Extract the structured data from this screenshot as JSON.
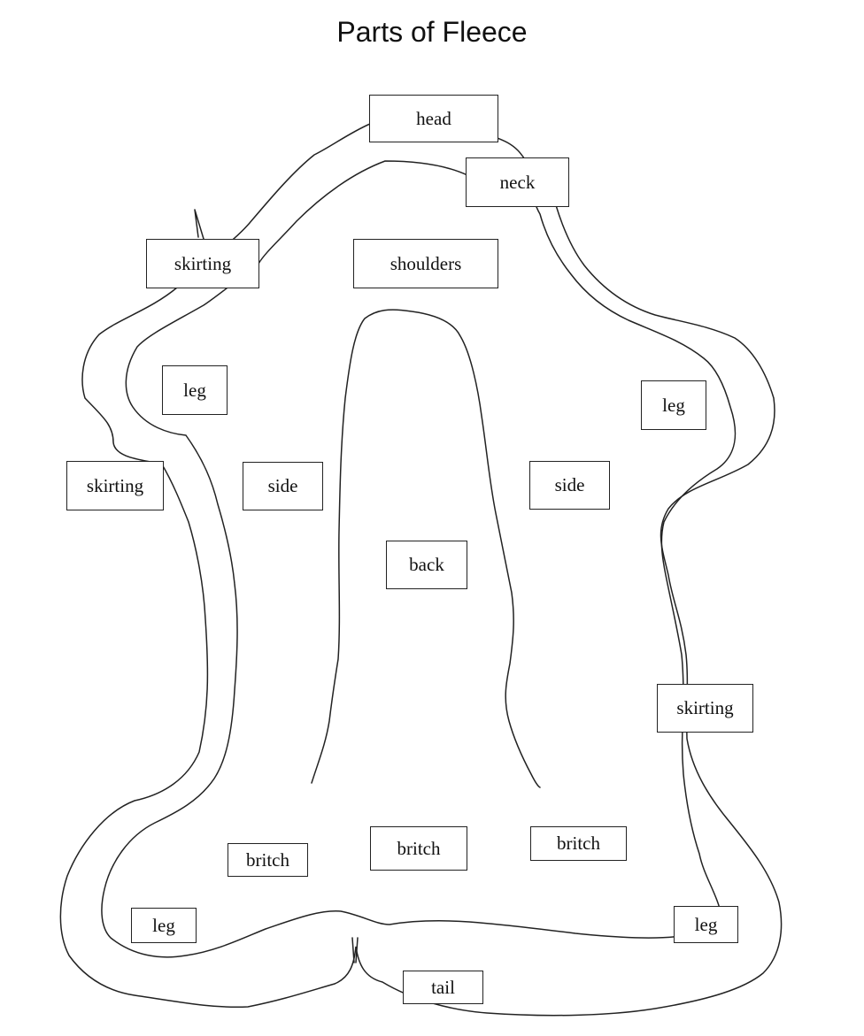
{
  "title": "Parts of Fleece",
  "labels": {
    "head": "head",
    "neck": "neck",
    "shoulders": "shoulders",
    "skirting_top_left": "skirting",
    "skirting_left": "skirting",
    "skirting_right": "skirting",
    "leg_upper_left": "leg",
    "leg_upper_right": "leg",
    "leg_lower_left": "leg",
    "leg_lower_right": "leg",
    "side_left": "side",
    "side_right": "side",
    "back": "back",
    "britch_left": "britch",
    "britch_center": "britch",
    "britch_right": "britch",
    "tail": "tail"
  }
}
